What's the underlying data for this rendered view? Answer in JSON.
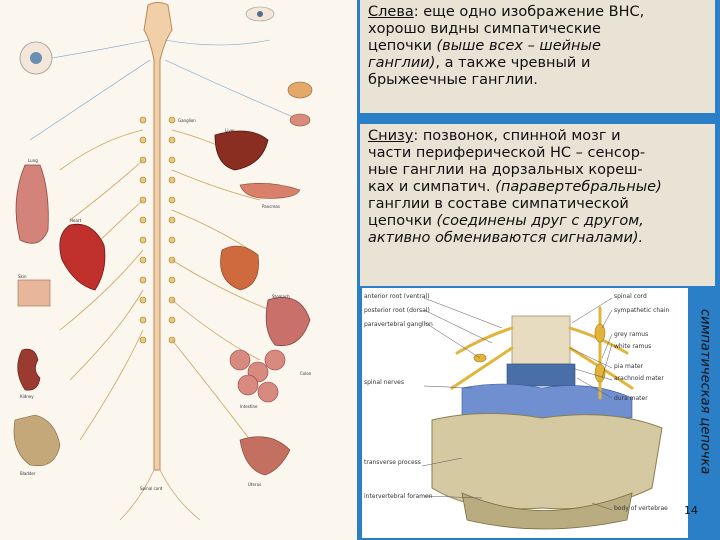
{
  "box1": {
    "line1_u": "Слева",
    "line1_rest": ": еще одно изображение ВНС,",
    "line2": "хорошо видны симпатические",
    "line3": "цепочки ",
    "line3_it": "(выше всех – шейные",
    "line4_it": "ганглии)",
    "line4_rest": ", а также чревный и",
    "line5": "брыжеечные ганглии."
  },
  "box2": {
    "line1_u": "Снизу",
    "line1_rest": ": позвонок, спинной мозг и",
    "line2": "части периферической НС – сенсор-",
    "line3": "ные ганглии на дорзальных кореш-",
    "line4": "ках и симпатич. ",
    "line4_it": "(паравертебральные)",
    "line5": "ганглии в составе симпатической",
    "line6": "цепочки ",
    "line6_it": "(соединены друг с другом,",
    "line7_it": "активно обмениваются сигналами)."
  },
  "vertical_label": "симпатическая цепочка",
  "page_number": "14",
  "left_labels": [
    "Liver",
    "Lung",
    "Heart",
    "Stomach",
    "Kidney",
    "Bladder",
    "Colon",
    "Pancreas",
    "Spinal cord",
    "Intestine",
    "Skin",
    "Uterus",
    "Ganglion"
  ],
  "spine_labels_left": [
    "anterior root (ventral)",
    "posterior root (dorsal)",
    "paravertebral ganglion",
    "spinal nerves",
    "transverse process",
    "intervertebral foramen"
  ],
  "spine_labels_right": [
    "spinal cord",
    "sympathetic chain",
    "grey ramus",
    "white ramus",
    "pia mater",
    "arachnoid mater",
    "dura mater",
    "body of vertebrae"
  ]
}
